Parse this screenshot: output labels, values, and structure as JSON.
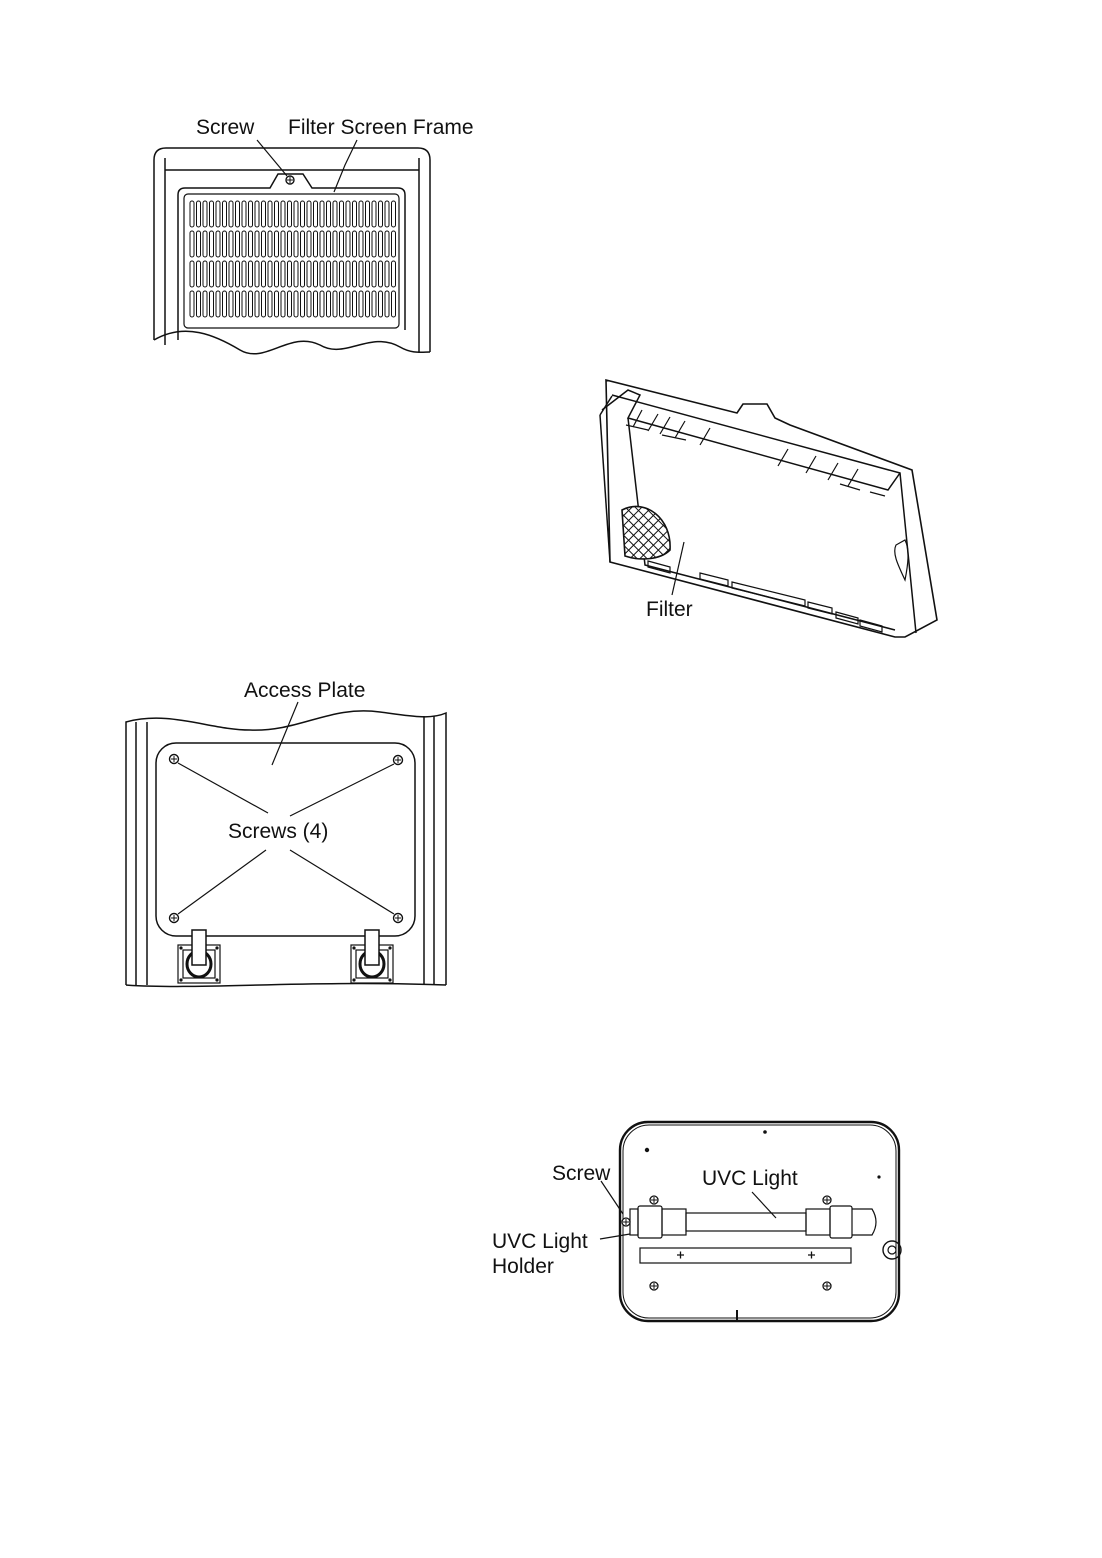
{
  "figure1": {
    "screw_label": "Screw",
    "frame_label": "Filter Screen Frame"
  },
  "figure2": {
    "filter_label": "Filter"
  },
  "figure3": {
    "access_plate_label": "Access Plate",
    "screws_label": "Screws (4)"
  },
  "figure4": {
    "screw_label": "Screw",
    "uvc_light_label": "UVC Light",
    "holder_label_line1": "UVC Light",
    "holder_label_line2": "Holder"
  },
  "colors": {
    "line": "#111111",
    "background": "#ffffff"
  }
}
